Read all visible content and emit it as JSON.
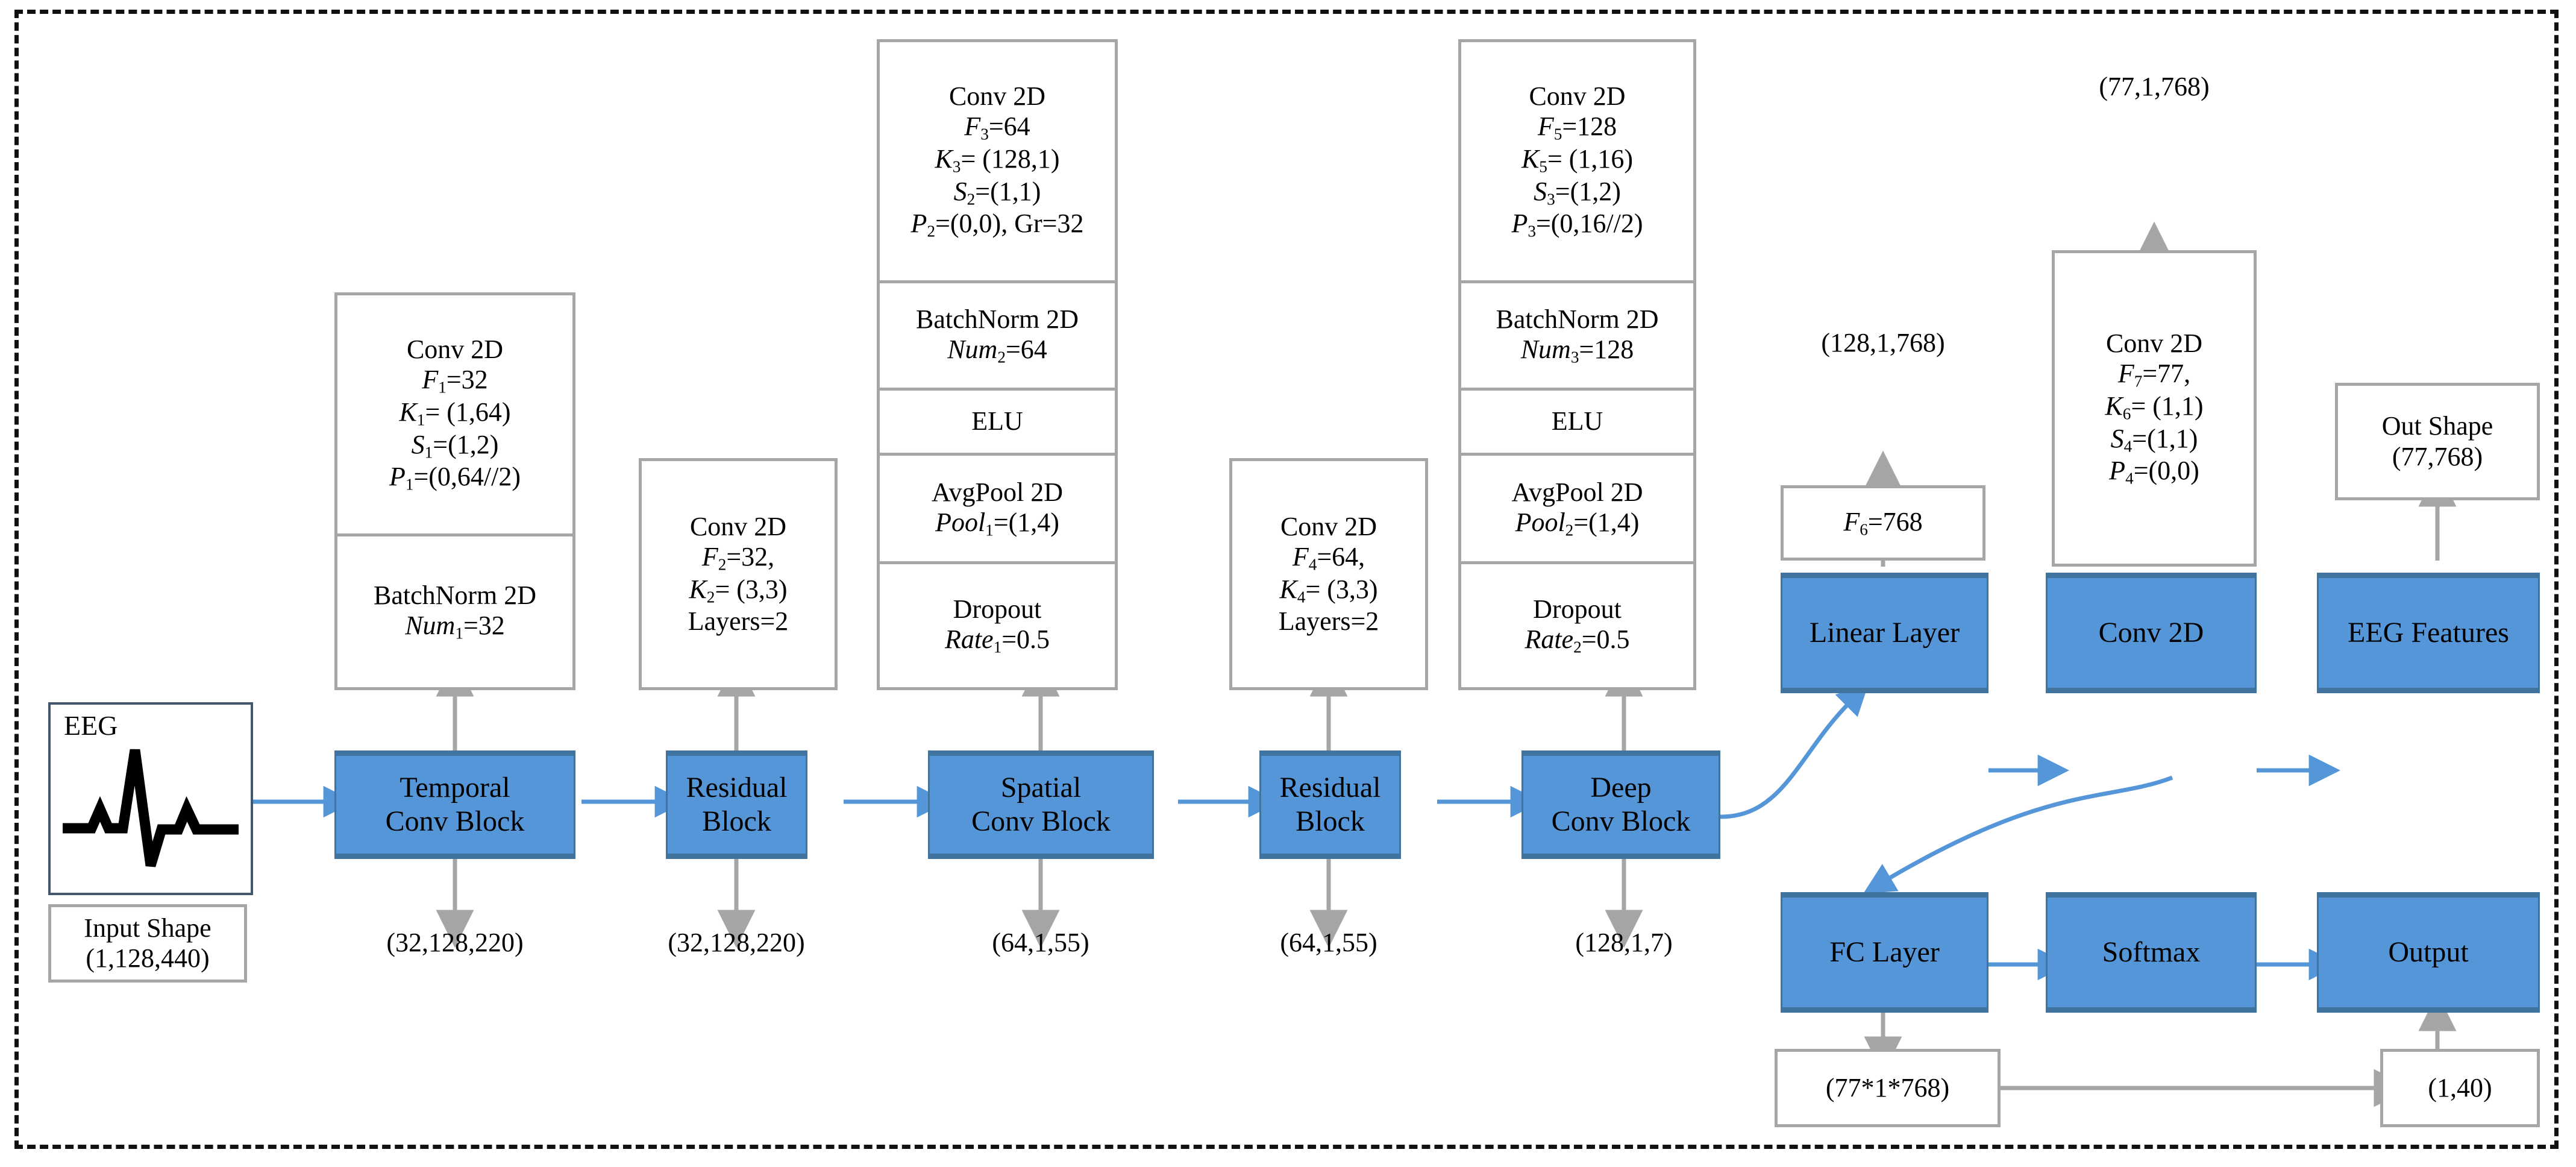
{
  "colors": {
    "blue_fill": "#5596D8",
    "blue_border": "#40749F",
    "grey_border": "#A6A6A6",
    "grey_arrow": "#A6A6A6",
    "blue_arrow": "#5596D8",
    "dashed_frame": "#111111"
  },
  "input": {
    "label": "EEG",
    "icon": "eeg-waveform-icon",
    "shape_title": "Input Shape",
    "shape_value": "(1,128,440)"
  },
  "pipeline": [
    {
      "name": "Temporal Conv Block",
      "line1": "Temporal",
      "line2": "Conv Block",
      "out_shape": "(32,128,220)"
    },
    {
      "name": "Residual Block",
      "line1": "Residual",
      "line2": "Block",
      "out_shape": "(32,128,220)"
    },
    {
      "name": "Spatial Conv Block",
      "line1": "Spatial",
      "line2": "Conv Block",
      "out_shape": "(64,1,55)"
    },
    {
      "name": "Residual Block 2",
      "line1": "Residual",
      "line2": "Block",
      "out_shape": "(64,1,55)"
    },
    {
      "name": "Deep Conv Block",
      "line1": "Deep",
      "line2": "Conv Block",
      "out_shape": "(128,1,7)"
    }
  ],
  "specs": {
    "temporal": {
      "conv": {
        "title": "Conv 2D",
        "rows": [
          {
            "sym": "F",
            "sub": "1",
            "val": "=32"
          },
          {
            "sym": "K",
            "sub": "1",
            "val": "= (1,64)"
          },
          {
            "sym": "S",
            "sub": "1",
            "val": "=(1,2)"
          },
          {
            "sym": "P",
            "sub": "1",
            "val": "=(0,64//2)"
          }
        ]
      },
      "batchnorm": {
        "title": "BatchNorm 2D",
        "rows": [
          {
            "sym": "Num",
            "sub": "1",
            "val": "=32"
          }
        ]
      }
    },
    "residual1": {
      "conv": {
        "title": "Conv 2D",
        "rows": [
          {
            "sym": "F",
            "sub": "2",
            "val": "=32,"
          },
          {
            "sym": "K",
            "sub": "2",
            "val": "= (3,3)"
          }
        ],
        "plain": "Layers=2"
      }
    },
    "spatial": {
      "conv": {
        "title": "Conv 2D",
        "rows": [
          {
            "sym": "F",
            "sub": "3",
            "val": "=64"
          },
          {
            "sym": "K",
            "sub": "3",
            "val": "= (128,1)"
          },
          {
            "sym": "S",
            "sub": "2",
            "val": "=(1,1)"
          },
          {
            "sym": "P",
            "sub": "2",
            "val": "=(0,0), Gr=32"
          }
        ]
      },
      "batchnorm": {
        "title": "BatchNorm 2D",
        "rows": [
          {
            "sym": "Num",
            "sub": "2",
            "val": "=64"
          }
        ]
      },
      "elu": {
        "title": "ELU"
      },
      "avgpool": {
        "title": "AvgPool 2D",
        "rows": [
          {
            "sym": "Pool",
            "sub": "1",
            "val": "=(1,4)"
          }
        ]
      },
      "dropout": {
        "title": "Dropout",
        "rows": [
          {
            "sym": "Rate",
            "sub": "1",
            "val": "=0.5"
          }
        ]
      }
    },
    "residual2": {
      "conv": {
        "title": "Conv 2D",
        "rows": [
          {
            "sym": "F",
            "sub": "4",
            "val": "=64,"
          },
          {
            "sym": "K",
            "sub": "4",
            "val": "= (3,3)"
          }
        ],
        "plain": "Layers=2"
      }
    },
    "deep": {
      "conv": {
        "title": "Conv 2D",
        "rows": [
          {
            "sym": "F",
            "sub": "5",
            "val": "=128"
          },
          {
            "sym": "K",
            "sub": "5",
            "val": "= (1,16)"
          },
          {
            "sym": "S",
            "sub": "3",
            "val": "=(1,2)"
          },
          {
            "sym": "P",
            "sub": "3",
            "val": "=(0,16//2)"
          }
        ]
      },
      "batchnorm": {
        "title": "BatchNorm 2D",
        "rows": [
          {
            "sym": "Num",
            "sub": "3",
            "val": "=128"
          }
        ]
      },
      "elu": {
        "title": "ELU"
      },
      "avgpool": {
        "title": "AvgPool 2D",
        "rows": [
          {
            "sym": "Pool",
            "sub": "2",
            "val": "=(1,4)"
          }
        ]
      },
      "dropout": {
        "title": "Dropout",
        "rows": [
          {
            "sym": "Rate",
            "sub": "2",
            "val": "=0.5"
          }
        ]
      }
    },
    "linear": {
      "rows": [
        {
          "sym": "F",
          "sub": "6",
          "val": "=768"
        }
      ],
      "out_shape": "(128,1,768)"
    },
    "conv_right": {
      "title": "Conv 2D",
      "rows": [
        {
          "sym": "F",
          "sub": "7",
          "val": "=77,"
        },
        {
          "sym": "K",
          "sub": "6",
          "val": "= (1,1)"
        },
        {
          "sym": "S",
          "sub": "4",
          "val": "=(1,1)"
        },
        {
          "sym": "P",
          "sub": "4",
          "val": "=(0,0)"
        }
      ],
      "out_shape": "(77,1,768)"
    },
    "out_shape_box": {
      "title": "Out Shape",
      "value": "(77,768)"
    }
  },
  "head": {
    "linear_layer": "Linear Layer",
    "conv_2d": "Conv 2D",
    "eeg_features": "EEG Features",
    "fc_layer": "FC Layer",
    "softmax": "Softmax",
    "output": "Output",
    "fc_flat_shape": "(77*1*768)",
    "final_shape": "(1,40)"
  }
}
